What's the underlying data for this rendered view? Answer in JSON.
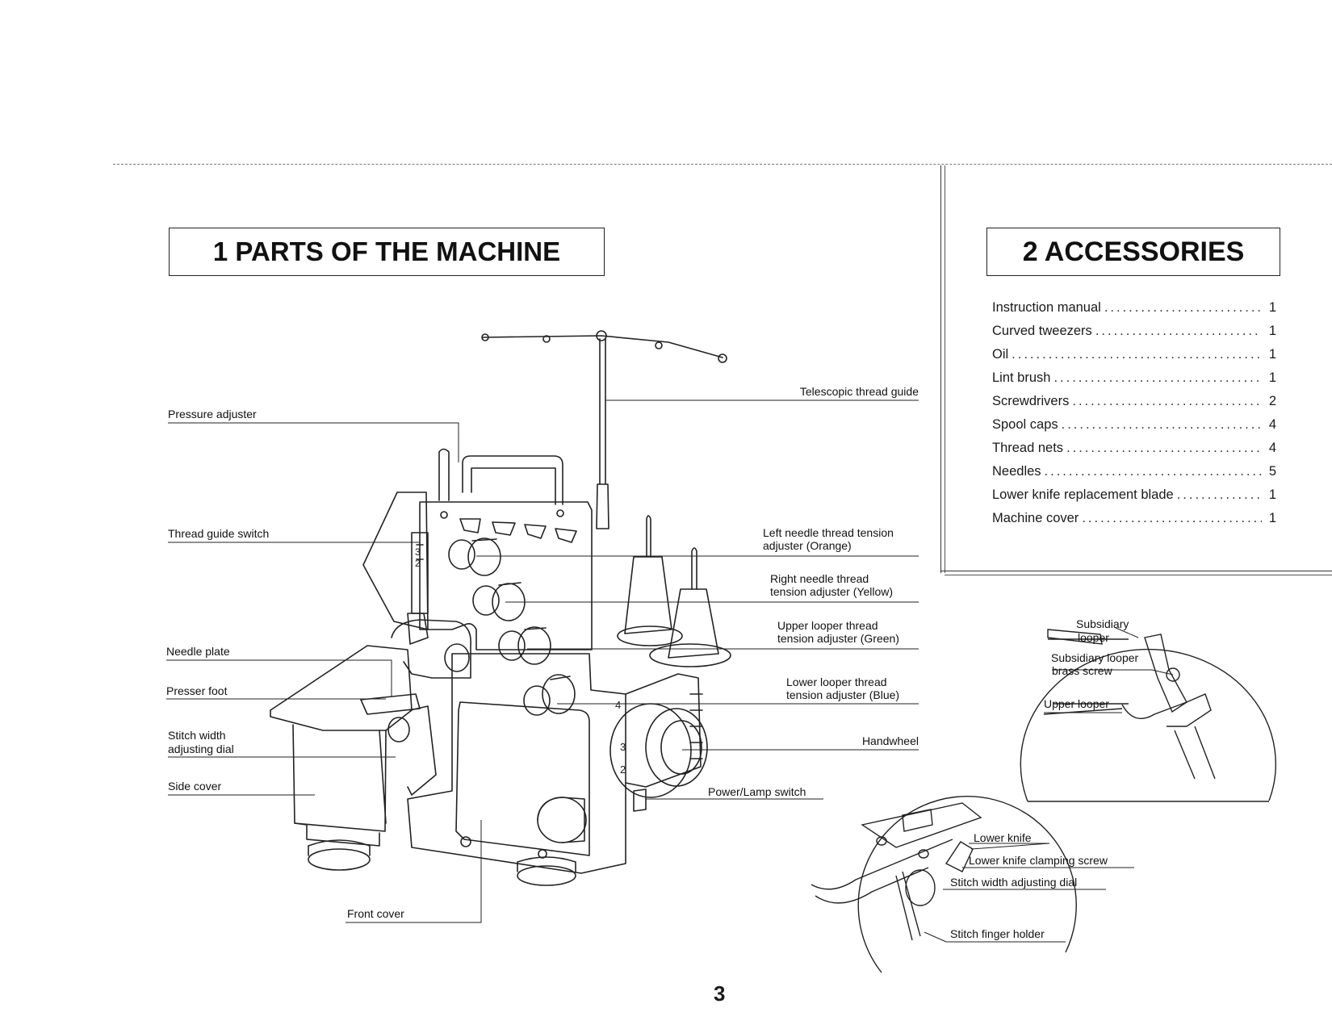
{
  "section1": {
    "title": "1 PARTS OF THE MACHINE"
  },
  "section2": {
    "title": "2 ACCESSORIES"
  },
  "accessories": [
    {
      "name": "Instruction manual",
      "qty": "1"
    },
    {
      "name": "Curved tweezers",
      "qty": "1"
    },
    {
      "name": "Oil",
      "qty": "1"
    },
    {
      "name": "Lint brush",
      "qty": "1"
    },
    {
      "name": "Screwdrivers",
      "qty": "2"
    },
    {
      "name": "Spool caps",
      "qty": "4"
    },
    {
      "name": "Thread nets",
      "qty": "4"
    },
    {
      "name": "Needles",
      "qty": "5"
    },
    {
      "name": "Lower knife replacement blade",
      "qty": "1"
    },
    {
      "name": "Machine cover",
      "qty": "1"
    }
  ],
  "labels": {
    "pressure_adjuster": "Pressure adjuster",
    "thread_guide_switch": "Thread guide switch",
    "needle_plate": "Needle plate",
    "presser_foot": "Presser foot",
    "stitch_width_1": "Stitch width",
    "stitch_width_2": "adjusting dial",
    "side_cover": "Side cover",
    "front_cover": "Front cover",
    "telescopic_thread_guide": "Telescopic thread guide",
    "left_needle_1": "Left needle thread tension",
    "left_needle_2": "adjuster (Orange)",
    "right_needle_1": "Right needle thread",
    "right_needle_2": "tension adjuster (Yellow)",
    "upper_looper_tension_1": "Upper looper thread",
    "upper_looper_tension_2": "tension adjuster (Green)",
    "lower_looper_tension_1": "Lower looper thread",
    "lower_looper_tension_2": "tension adjuster (Blue)",
    "handwheel": "Handwheel",
    "power_lamp_switch": "Power/Lamp switch",
    "subsidiary_looper_1": "Subsidiary",
    "subsidiary_looper_2": "looper",
    "subsidiary_screw_1": "Subsidiary looper",
    "subsidiary_screw_2": "brass screw",
    "upper_looper": "Upper looper",
    "lower_knife": "Lower knife",
    "lower_knife_clamping_screw": "Lower knife clamping screw",
    "stitch_width_detail": "Stitch width adjusting dial",
    "stitch_finger_holder": "Stitch finger holder"
  },
  "dial_numbers": [
    "4",
    "3",
    "2"
  ],
  "switch_numbers": [
    "3",
    "2"
  ],
  "page_number": "3"
}
